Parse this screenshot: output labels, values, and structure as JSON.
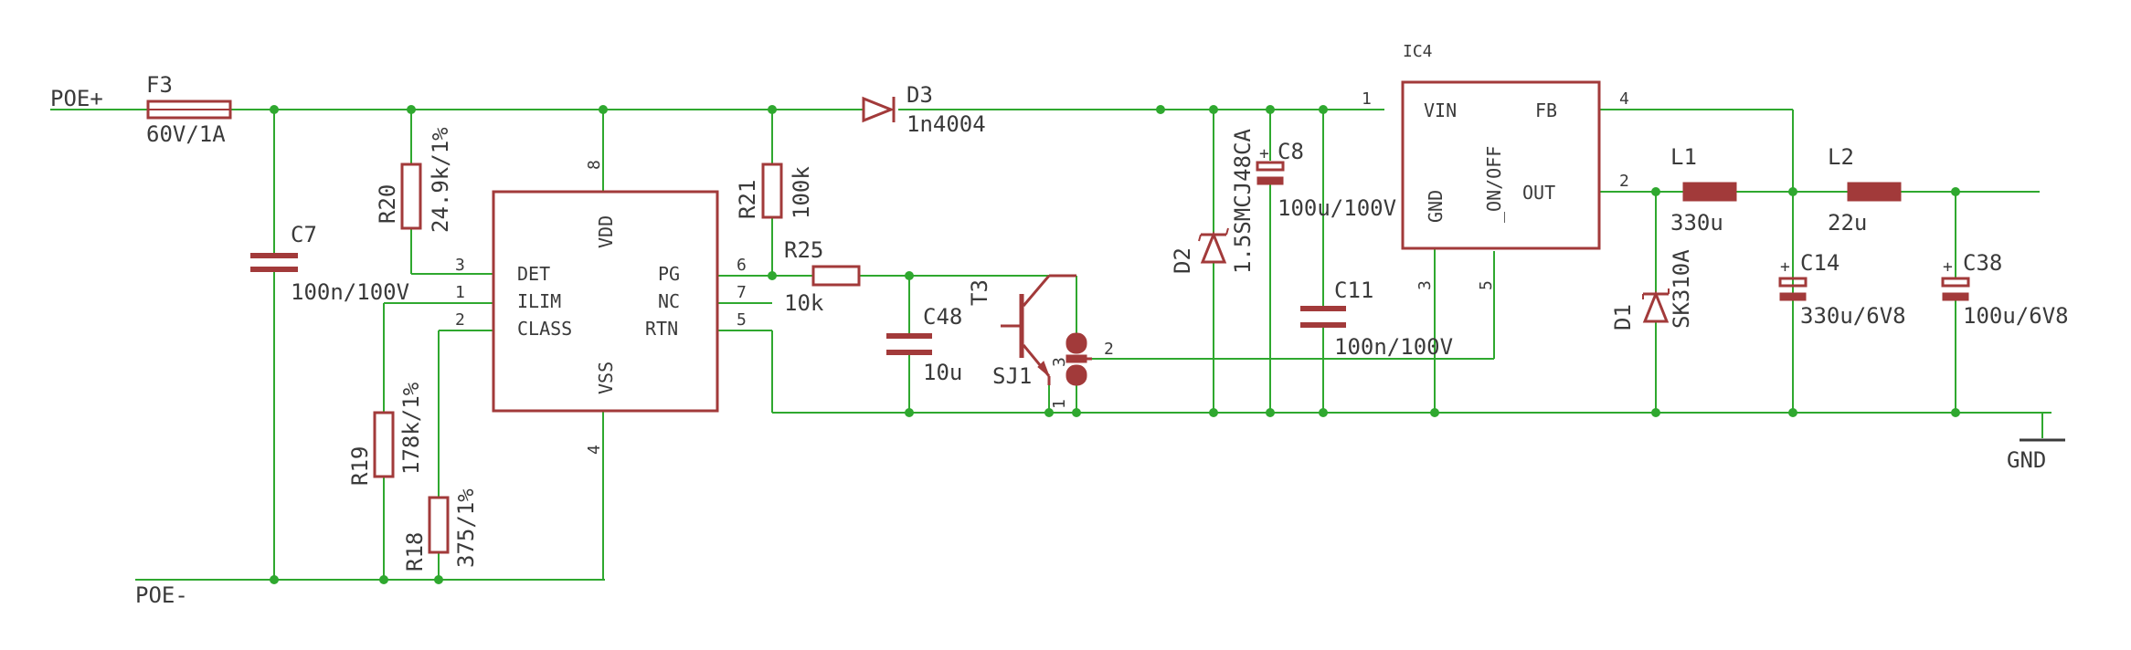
{
  "nets": {
    "poe_plus": "POE+",
    "poe_minus": "POE-",
    "gnd": "GND"
  },
  "fuse": {
    "name": "F3",
    "value": "60V/1A"
  },
  "diodes": {
    "d3": {
      "name": "D3",
      "value": "1n4004"
    },
    "d2": {
      "name": "D2",
      "value": "1.5SMCJ48CA"
    },
    "d1": {
      "name": "D1",
      "value": "SK310A"
    }
  },
  "resistors": {
    "r20": {
      "name": "R20",
      "value": "24.9k/1%"
    },
    "r21": {
      "name": "R21",
      "value": "100k"
    },
    "r25": {
      "name": "R25",
      "value": "10k"
    },
    "r19": {
      "name": "R19",
      "value": "178k/1%"
    },
    "r18": {
      "name": "R18",
      "value": "375/1%"
    }
  },
  "capacitors": {
    "c7": {
      "name": "C7",
      "value": "100n/100V"
    },
    "c48": {
      "name": "C48",
      "value": "10u"
    },
    "c8": {
      "name": "C8",
      "value": "100u/100V"
    },
    "c11": {
      "name": "C11",
      "value": "100n/100V"
    },
    "c14": {
      "name": "C14",
      "value": "330u/6V8"
    },
    "c38": {
      "name": "C38",
      "value": "100u/6V8"
    }
  },
  "inductors": {
    "l1": {
      "name": "L1",
      "value": "330u"
    },
    "l2": {
      "name": "L2",
      "value": "22u"
    }
  },
  "transistor": {
    "name": "T3"
  },
  "jumper": {
    "name": "SJ1",
    "pin1": "1",
    "pin2": "2",
    "pin3": "3"
  },
  "ic_pd": {
    "pins": {
      "det": "DET",
      "ilim": "ILIM",
      "class": "CLASS",
      "pg": "PG",
      "nc": "NC",
      "rtn": "RTN",
      "vdd": "VDD",
      "vss": "VSS"
    },
    "pin_numbers": {
      "det": "3",
      "ilim": "1",
      "class": "2",
      "pg": "6",
      "nc": "7",
      "rtn": "5",
      "vdd": "8",
      "vss": "4"
    }
  },
  "ic_reg": {
    "name": "IC4",
    "pins": {
      "vin": "VIN",
      "fb": "FB",
      "out": "OUT",
      "gnd": "GND",
      "onoff": "_ON/OFF"
    },
    "pin_numbers": {
      "vin": "1",
      "fb": "4",
      "out": "2",
      "gnd": "3",
      "onoff": "5"
    }
  }
}
